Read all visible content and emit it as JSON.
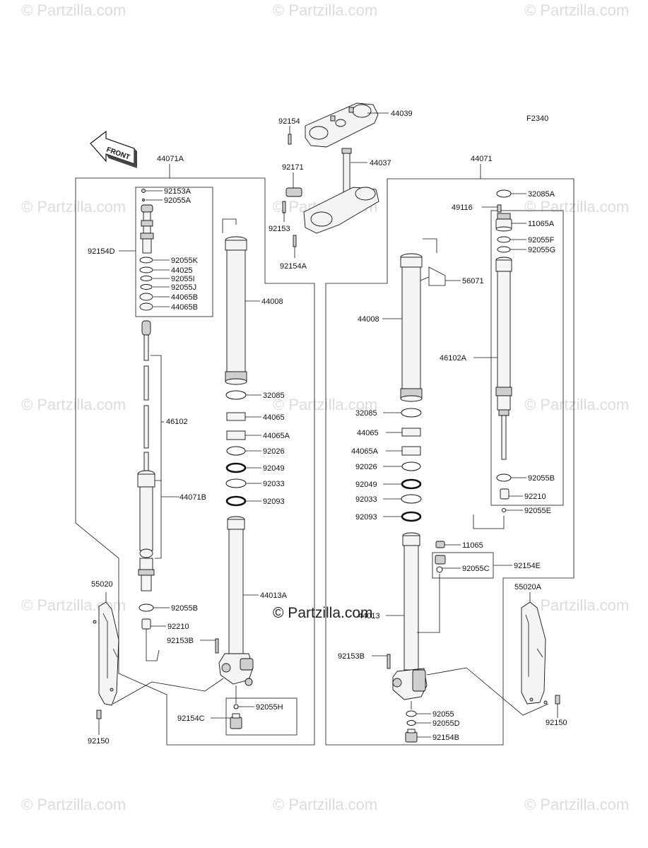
{
  "diagram_code": "F2340",
  "front_label": "FRONT",
  "center_watermark": "© Partzilla.com",
  "watermark_text": "© Partzilla.com",
  "parts": {
    "p44039": "44039",
    "p92154": "92154",
    "p44037": "44037",
    "p92171": "92171",
    "p92153": "92153",
    "p92154A": "92154A",
    "p44071A": "44071A",
    "p44071": "44071",
    "p92153A": "92153A",
    "p92055A": "92055A",
    "p92154D": "92154D",
    "p92055K": "92055K",
    "p44025": "44025",
    "p92055I": "92055I",
    "p92055J": "92055J",
    "p44065B_1": "44065B",
    "p44065B_2": "44065B",
    "p44008_L": "44008",
    "p46102": "46102",
    "p32085_L": "32085",
    "p44065_L": "44065",
    "p44065A_L": "44065A",
    "p92026_L": "92026",
    "p92049_L": "92049",
    "p92033_L": "92033",
    "p92093_L": "92093",
    "p44071B": "44071B",
    "p44013A": "44013A",
    "p55020": "55020",
    "p92055B_L": "92055B",
    "p92210_L": "92210",
    "p92153B_L": "92153B",
    "p92055H": "92055H",
    "p92154C": "92154C",
    "p92150_L": "92150",
    "p32085A": "32085A",
    "p49116": "49116",
    "p11065A": "11065A",
    "p92055F": "92055F",
    "p92055G": "92055G",
    "p56071": "56071",
    "p44008_R": "44008",
    "p46102A": "46102A",
    "p32085_R": "32085",
    "p44065_R": "44065",
    "p44065A_R": "44065A",
    "p92026_R": "92026",
    "p92049_R": "92049",
    "p92033_R": "92033",
    "p92093_R": "92093",
    "p92055B_R": "92055B",
    "p92210_R": "92210",
    "p92055E": "92055E",
    "p11065": "11065",
    "p92154E": "92154E",
    "p92055C": "92055C",
    "p55020A": "55020A",
    "p44013": "44013",
    "p92153B_R": "92153B",
    "p92055": "92055",
    "p92055D": "92055D",
    "p92154B": "92154B",
    "p92150_R": "92150"
  }
}
